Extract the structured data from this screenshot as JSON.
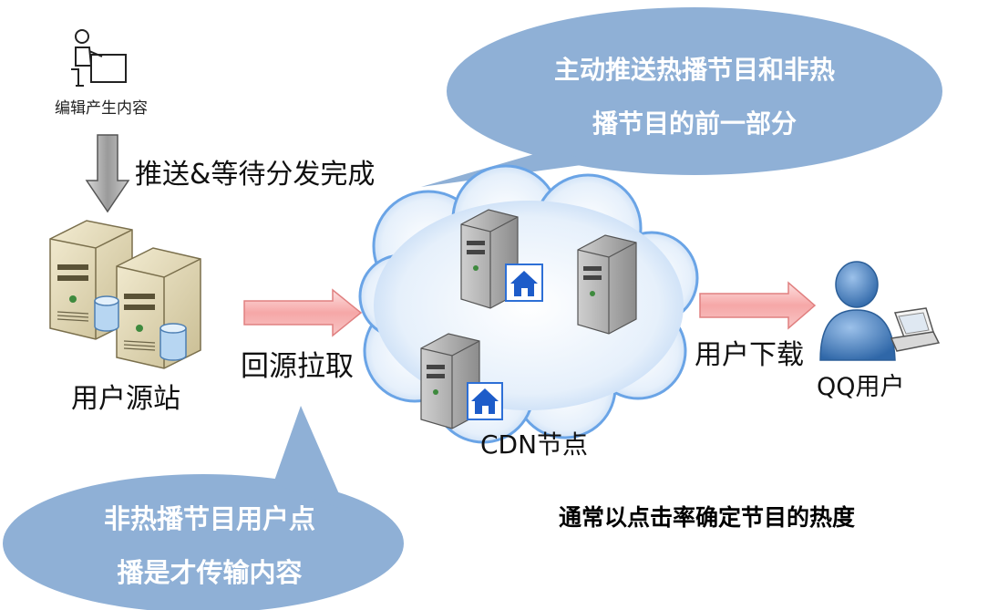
{
  "editor": {
    "label": "编辑产生内容"
  },
  "push_wait": {
    "label": "推送&等待分发完成"
  },
  "origin": {
    "label": "用户源站"
  },
  "pull": {
    "label": "回源拉取"
  },
  "cdn": {
    "label": "CDN节点"
  },
  "download": {
    "label": "用户下载"
  },
  "user": {
    "label": "QQ用户"
  },
  "bubble_top": {
    "line1": "主动推送热播节目和非热",
    "line2": "播节目的前一部分"
  },
  "bubble_bottom": {
    "line1": "非热播节目用户点",
    "line2": "播是才传输内容"
  },
  "note": {
    "label": "通常以点击率确定节目的热度"
  },
  "colors": {
    "bubble": "#8fb0d6",
    "arrow_pink": "#f5a0a0",
    "cloud": "#cfe3f8",
    "person": "#4f86c6"
  }
}
